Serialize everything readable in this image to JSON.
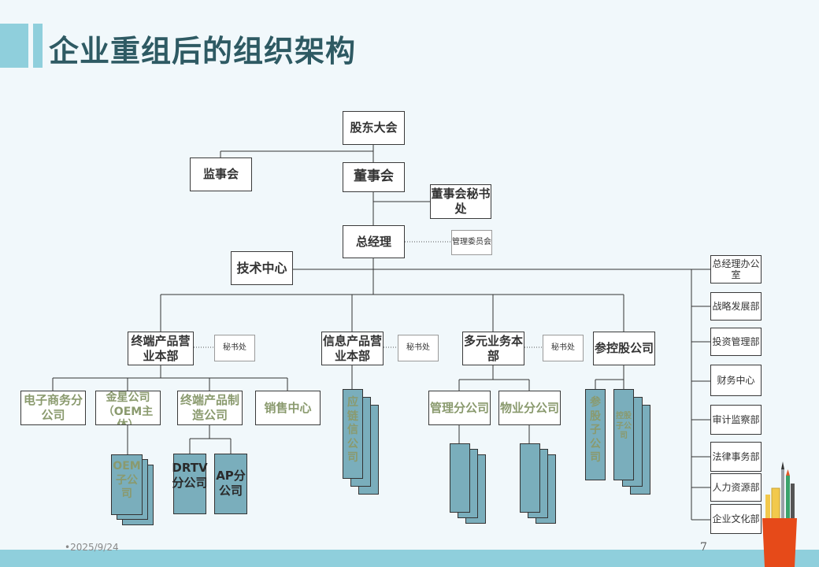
{
  "title": "企业重组后的组织架构",
  "footer": {
    "date": "2025/9/24",
    "page": "7"
  },
  "nodes": {
    "shareholders": "股东大会",
    "supervisory": "监事会",
    "board": "董事会",
    "board_secretary": "董事会秘书处",
    "gm": "总经理",
    "mgmt_committee": "管理委员会",
    "tech_center": "技术中心",
    "div_terminal": "终端产品营业本部",
    "div_info": "信息产品营业本部",
    "div_multi": "多元业务本部",
    "div_holding": "参控股公司",
    "sec_1": "秘书处",
    "sec_2": "秘书处",
    "sec_3": "秘书处",
    "ecommerce": "电子商务分公司",
    "jinxing": "金星公司（OEM主体）",
    "terminal_mfg": "终端产品制造公司",
    "sales_center": "销售中心",
    "oem_sub": "OEM子公司",
    "drtv": "DRTV分公司",
    "ap": "AP分公司",
    "info_stack": "应链信公司",
    "mgmt_branch": "管理分公司",
    "property_branch": "物业分公司",
    "holding_sub1": "参股子公司",
    "holding_sub2": "控股子公司"
  },
  "right_depts": [
    "总经理办公室",
    "战略发展部",
    "投资管理部",
    "财务中心",
    "审计监察部",
    "法律事务部",
    "人力资源部",
    "企业文化部"
  ]
}
